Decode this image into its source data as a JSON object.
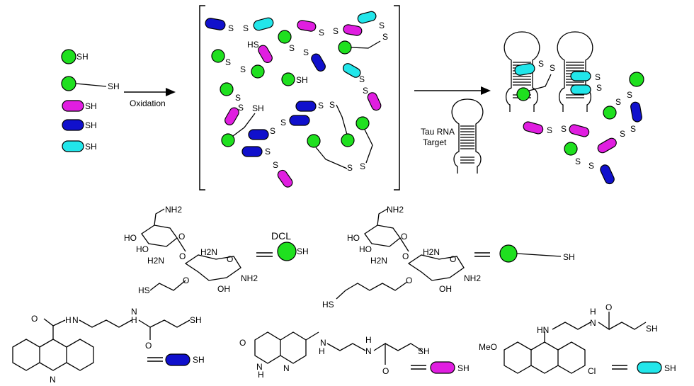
{
  "colors": {
    "green": "#1fe01f",
    "magenta": "#e01ee0",
    "blue": "#1010cc",
    "cyan": "#22e6ea",
    "line": "#000000"
  },
  "legend": {
    "thiol": "SH",
    "oxidation": "Oxidation"
  },
  "library": {
    "disulfide": "S",
    "sh": "SH",
    "hs": "HS"
  },
  "target": {
    "line1": "Tau RNA",
    "line2": "Target"
  },
  "structures": {
    "dcl_label": "DCL",
    "oh": "HO",
    "nh2": "NH2",
    "h2n": "H2N",
    "oh_r": "OH",
    "o": "O",
    "n": "N",
    "h": "H",
    "hn": "HN",
    "meo": "MeO",
    "cl": "Cl",
    "sh": "SH",
    "hs": "HS",
    "equals": "="
  }
}
